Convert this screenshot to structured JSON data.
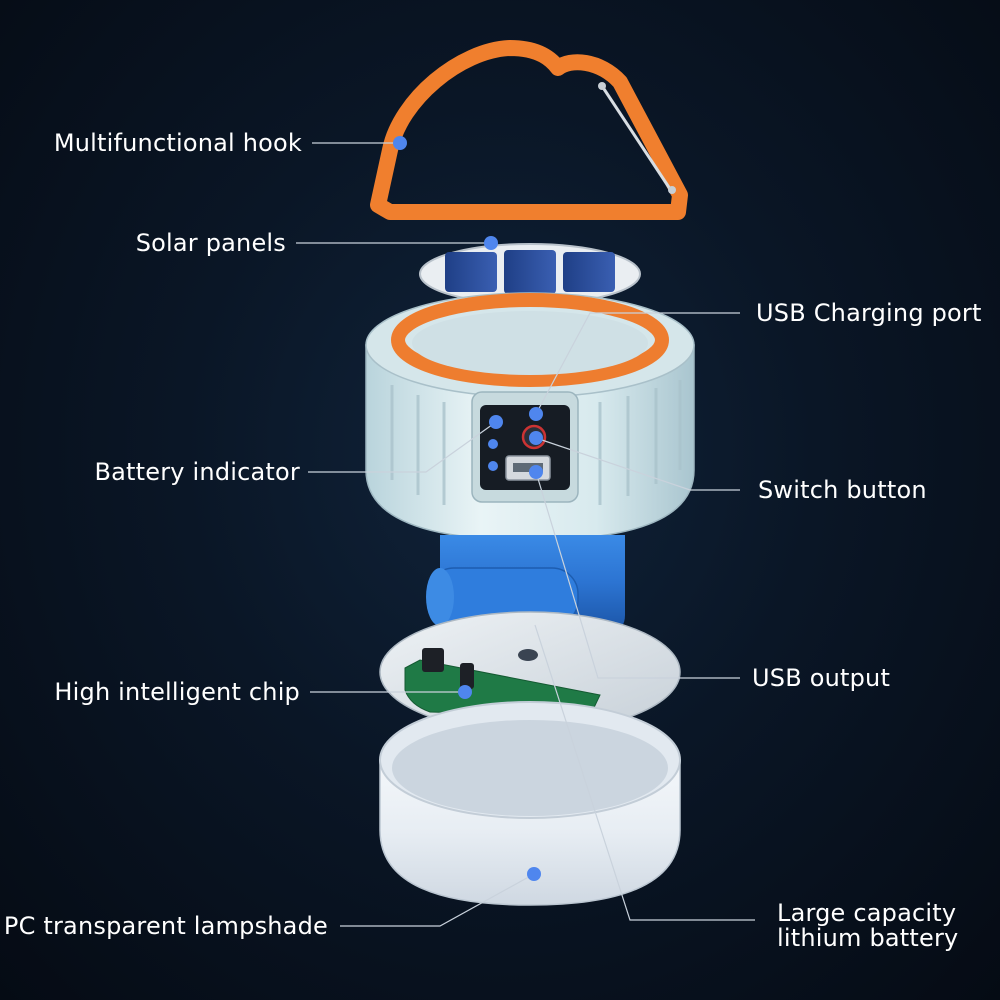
{
  "labels": {
    "hook": "Multifunctional hook",
    "solar": "Solar panels",
    "usb_charging": "USB Charging port",
    "battery_indicator": "Battery indicator",
    "switch": "Switch button",
    "chip": "High intelligent chip",
    "usb_output": "USB output",
    "lampshade": "PC transparent lampshade",
    "battery_line1": "Large capacity",
    "battery_line2": "lithium battery"
  },
  "colors": {
    "hook": "#f07f2e",
    "body": "#dcebef",
    "accent_ring": "#ee7d2f",
    "battery": "#2c7ad8",
    "dot": "#4f86ee",
    "background": "#0a1626"
  }
}
